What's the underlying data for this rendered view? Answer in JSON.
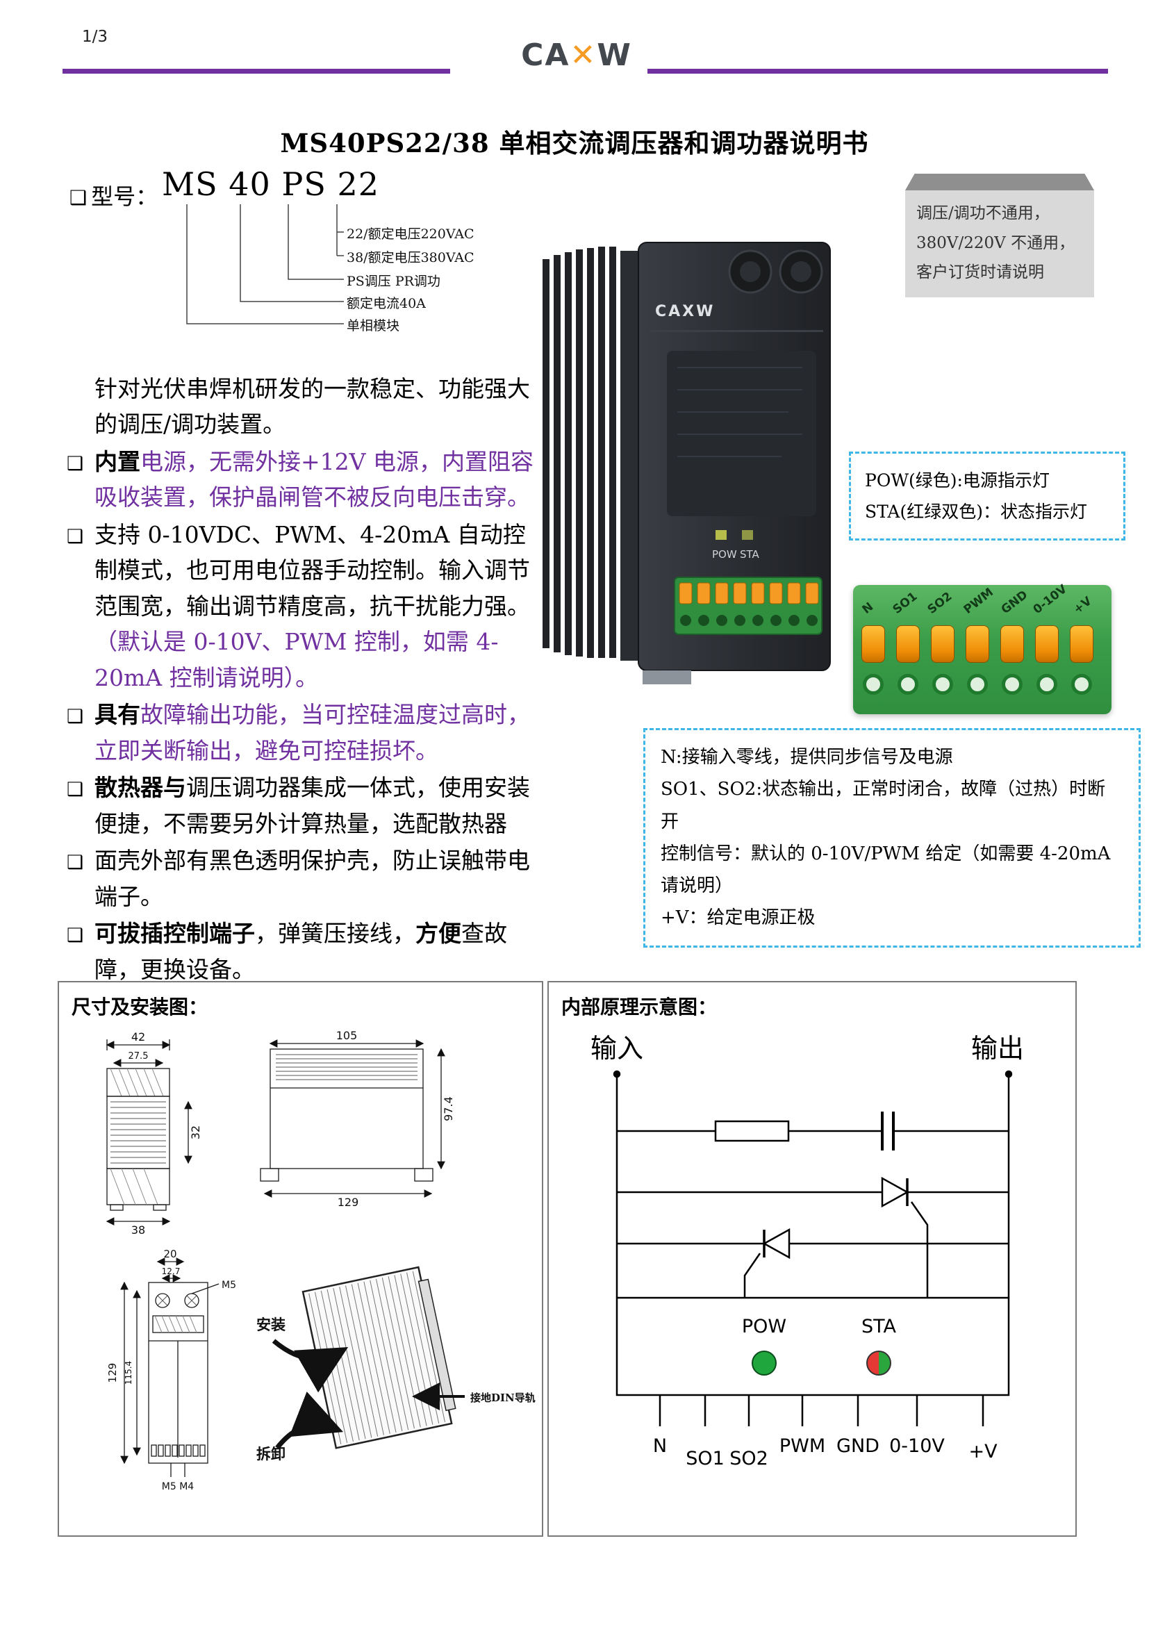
{
  "page": {
    "number": "1/3",
    "title": "MS40PS22/38 单相交流调压器和调功器说明书"
  },
  "logo": {
    "ca": "CA",
    "x": "✕",
    "w": "W"
  },
  "glyphs": {
    "bullet": "❑"
  },
  "colors": {
    "accent_purple": "#7030A0",
    "dashed_blue": "#3FB6E8",
    "logo_orange": "#F59A23",
    "terminal_green": "#2F8F3F",
    "lever_orange": "#F59A23"
  },
  "model": {
    "label": "型号：",
    "code": "MS 40 PS 22",
    "tree": [
      "22/额定电压220VAC",
      "38/额定电压380VAC",
      "PS调压 PR调功",
      "额定电流40A",
      "单相模块"
    ]
  },
  "notice": {
    "lines": [
      "调压/调功不通用，",
      "380V/220V 不通用，",
      "客户订货时请说明"
    ]
  },
  "features": [
    {
      "bullet": false,
      "segments": [
        {
          "t": "针对光伏串焊机研发的一款稳定、功能强大的调压/调功装置。",
          "s": "k"
        }
      ]
    },
    {
      "bullet": true,
      "segments": [
        {
          "t": "内置",
          "s": "kb"
        },
        {
          "t": "电源，无需外接+12V 电源，内置阻容吸收装置，保护晶闸管不被反向电压击穿。",
          "s": "p"
        }
      ]
    },
    {
      "bullet": true,
      "segments": [
        {
          "t": "支持 0-10VDC、PWM、4-20mA 自动控制模式，也可用电位器手动控制。输入调节范围宽，输出调节精度高，抗干扰能力强。",
          "s": "k"
        },
        {
          "t": "（默认是 0-10V、PWM 控制，如需 4-20mA 控制请说明）。",
          "s": "p"
        }
      ]
    },
    {
      "bullet": true,
      "segments": [
        {
          "t": "具有",
          "s": "kb"
        },
        {
          "t": "故障输出功能，当可控硅温度过高时，立即关断输出，避免可控硅损坏。",
          "s": "p"
        }
      ]
    },
    {
      "bullet": true,
      "segments": [
        {
          "t": "散热器与",
          "s": "kb"
        },
        {
          "t": "调压调功器集成一体式，使用安装便捷，不需要另外计算热量，选配散热器",
          "s": "k"
        }
      ]
    },
    {
      "bullet": true,
      "segments": [
        {
          "t": "面壳外部有黑色透明保护壳，防止误触带电端子。",
          "s": "k"
        }
      ]
    },
    {
      "bullet": true,
      "segments": [
        {
          "t": "可拔插控制端子",
          "s": "kb"
        },
        {
          "t": "，弹簧压接线，",
          "s": "k"
        },
        {
          "t": "方便",
          "s": "kb"
        },
        {
          "t": "查故障，更换设备。",
          "s": "k"
        }
      ]
    }
  ],
  "led_box": {
    "lines": [
      "POW(绿色):电源指示灯",
      "STA(红绿双色)：状态指示灯"
    ]
  },
  "terminal": {
    "labels": [
      "N",
      "SO1",
      "SO2",
      "PWM",
      "GND",
      "0-10V",
      "+V"
    ]
  },
  "signal_box": {
    "lines": [
      "N:接输入零线，提供同步信号及电源",
      "SO1、SO2:状态输出，正常时闭合，故障（过热）时断开",
      "控制信号：默认的 0-10V/PWM 给定（如需要 4-20mA 请说明）",
      "+V：给定电源正极"
    ]
  },
  "device": {
    "brand": "CAXW",
    "pow": "POW",
    "sta": "STA"
  },
  "dims": {
    "title": "尺寸及安装图：",
    "a_w": "42",
    "a_w2": "27.5",
    "a_h": "32",
    "a_b": "38",
    "b_w": "105",
    "b_h": "97.4",
    "b_b": "129",
    "c_w": "20",
    "c_w2": "12.7",
    "c_h": "129",
    "c_h2": "115.4",
    "c_screw": "M5",
    "c_bottom": "M5 M4",
    "install": "安装",
    "remove": "拆卸",
    "rail": "接地DIN导轨"
  },
  "schematic": {
    "title": "内部原理示意图：",
    "input": "输入",
    "output": "输出",
    "pow": "POW",
    "sta": "STA"
  }
}
